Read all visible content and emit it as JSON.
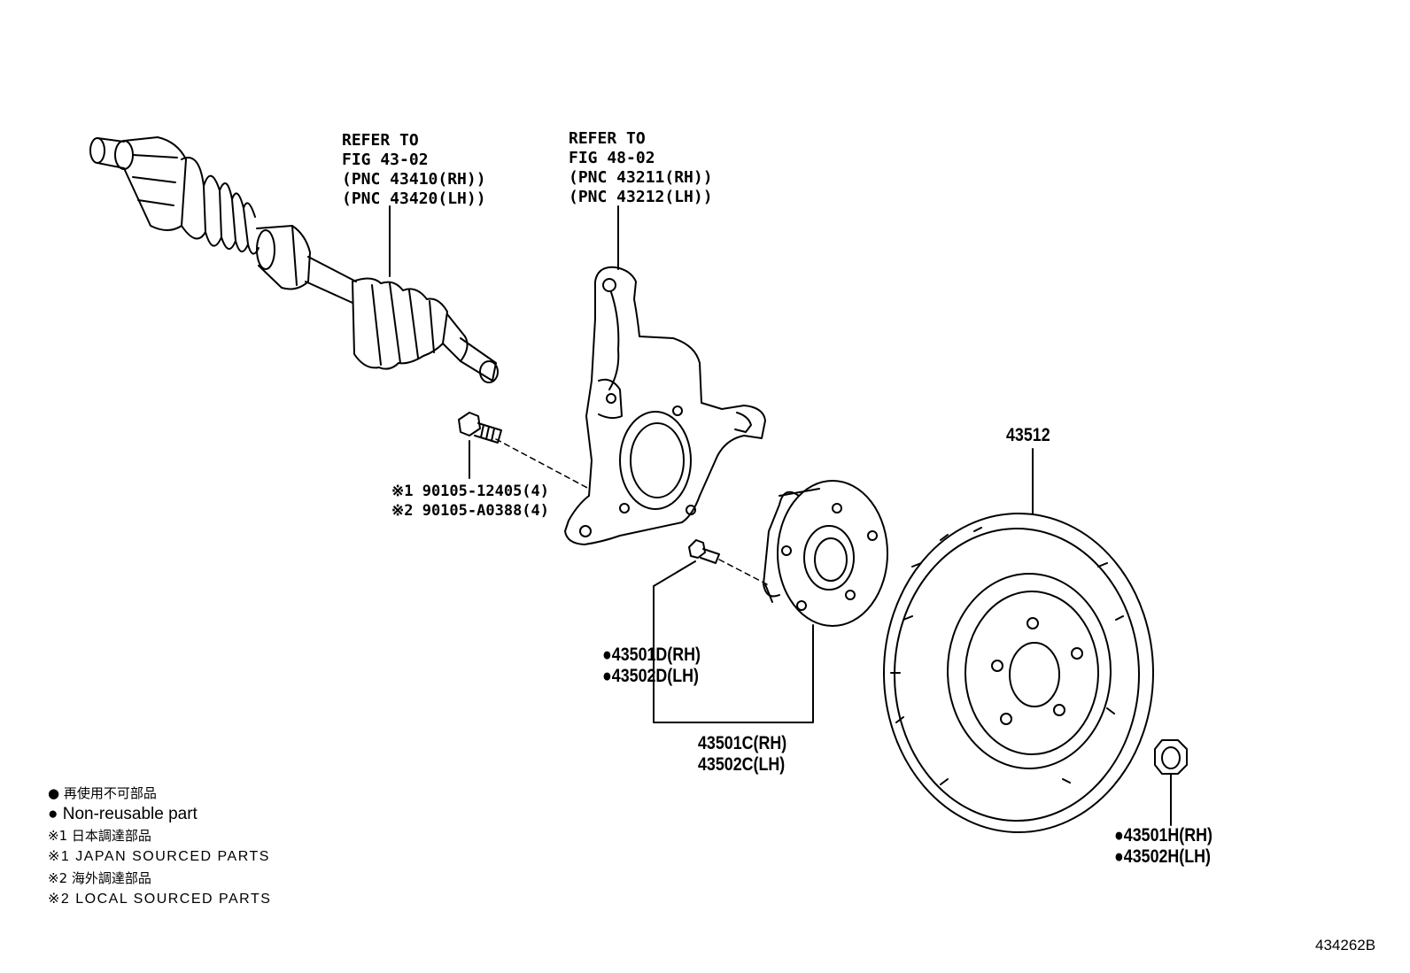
{
  "driveshaft_ref": {
    "lines": [
      "REFER TO",
      "FIG 43-02",
      "(PNC 43410(RH))",
      "(PNC 43420(LH))"
    ]
  },
  "knuckle_ref": {
    "lines": [
      "REFER TO",
      "FIG 48-02",
      "(PNC 43211(RH))",
      "(PNC 43212(LH))"
    ]
  },
  "bolt_callout": {
    "lines": [
      "※1 90105-12405(4)",
      "※2 90105-A0388(4)"
    ]
  },
  "disc_callout": {
    "part": "43512"
  },
  "hub_bolt_callout": {
    "lines": [
      "●43501D(RH)",
      "●43502D(LH)"
    ]
  },
  "hub_assy_callout": {
    "lines": [
      "43501C(RH)",
      "43502C(LH)"
    ]
  },
  "nut_callout": {
    "lines": [
      "●43501H(RH)",
      "●43502H(LH)"
    ]
  },
  "legend": {
    "items": [
      "● 再使用不可部品",
      "● Non-reusable part",
      "※1 日本調達部品",
      "※1 JAPAN SOURCED PARTS",
      "※2 海外調達部品",
      "※2 LOCAL SOURCED PARTS"
    ]
  },
  "figure_id": "434262B"
}
